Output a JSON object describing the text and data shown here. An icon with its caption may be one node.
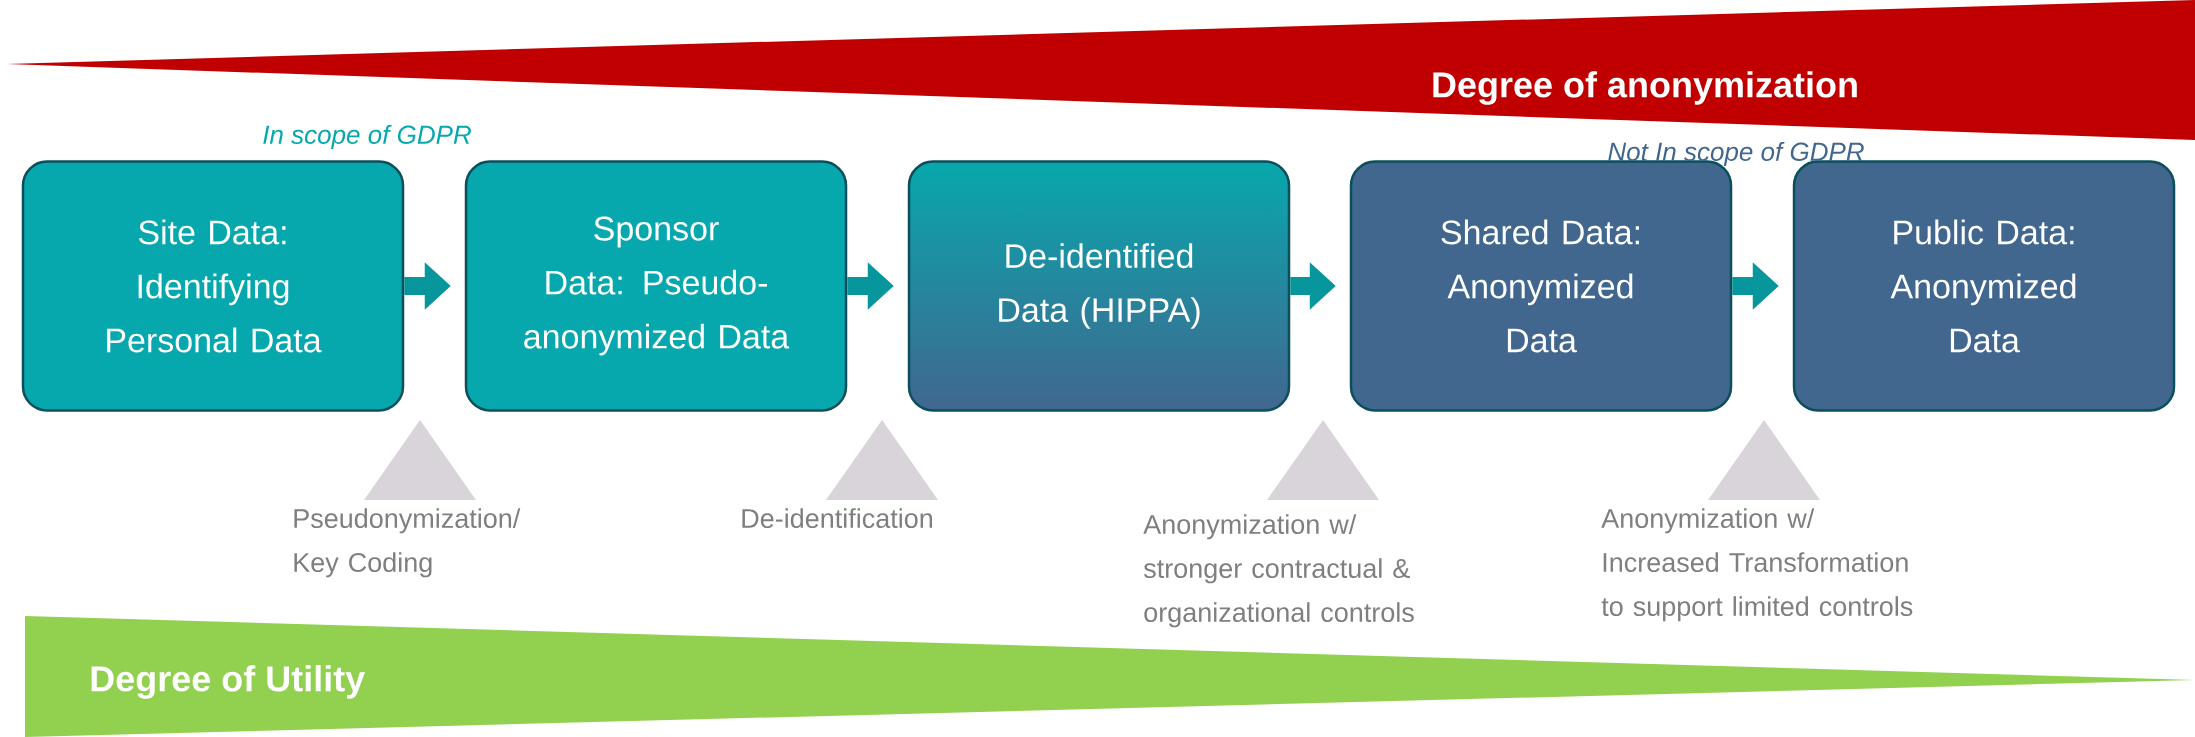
{
  "diagram": {
    "nodes": [
      {
        "text": [
          "Degree of anonymization"
        ]
      },
      {
        "text": [
          "Site Data: Identifying Personal Data"
        ]
      },
      {
        "text": [
          "Sponsor Data: Pseudo-anonymized Data"
        ]
      },
      {
        "text": [
          "De-identified Data (HIPPA)"
        ]
      },
      {
        "text": [
          "Shared Data: Anonymized Data"
        ]
      },
      {
        "text": [
          "Public Data: Anonymized Data"
        ]
      },
      {
        "text": [],
        "shape": "triangle",
        "beside": [
          "Pseudonymization/ Key Coding"
        ]
      },
      {
        "text": [],
        "shape": "triangle",
        "beside": [
          "De-identification"
        ]
      },
      {
        "text": [],
        "shape": "triangle",
        "beside": [
          "Anonymization w/ stronger contractual & organizational controls"
        ]
      },
      {
        "text": [],
        "shape": "triangle",
        "beside": [
          "Anonymization w/ Increased Transformation to support limited controls"
        ]
      },
      {
        "text": [
          "Degree of Utility"
        ]
      }
    ],
    "edges": [
      {
        "from": 1,
        "to": 2,
        "arrow": "to"
      },
      {
        "from": 2,
        "to": 3,
        "arrow": "to"
      },
      {
        "from": 3,
        "to": 4,
        "arrow": "to"
      },
      {
        "from": 4,
        "to": 5,
        "arrow": "to"
      }
    ],
    "labels": [
      "In scope of GDPR",
      "Not In scope of GDPR"
    ]
  }
}
